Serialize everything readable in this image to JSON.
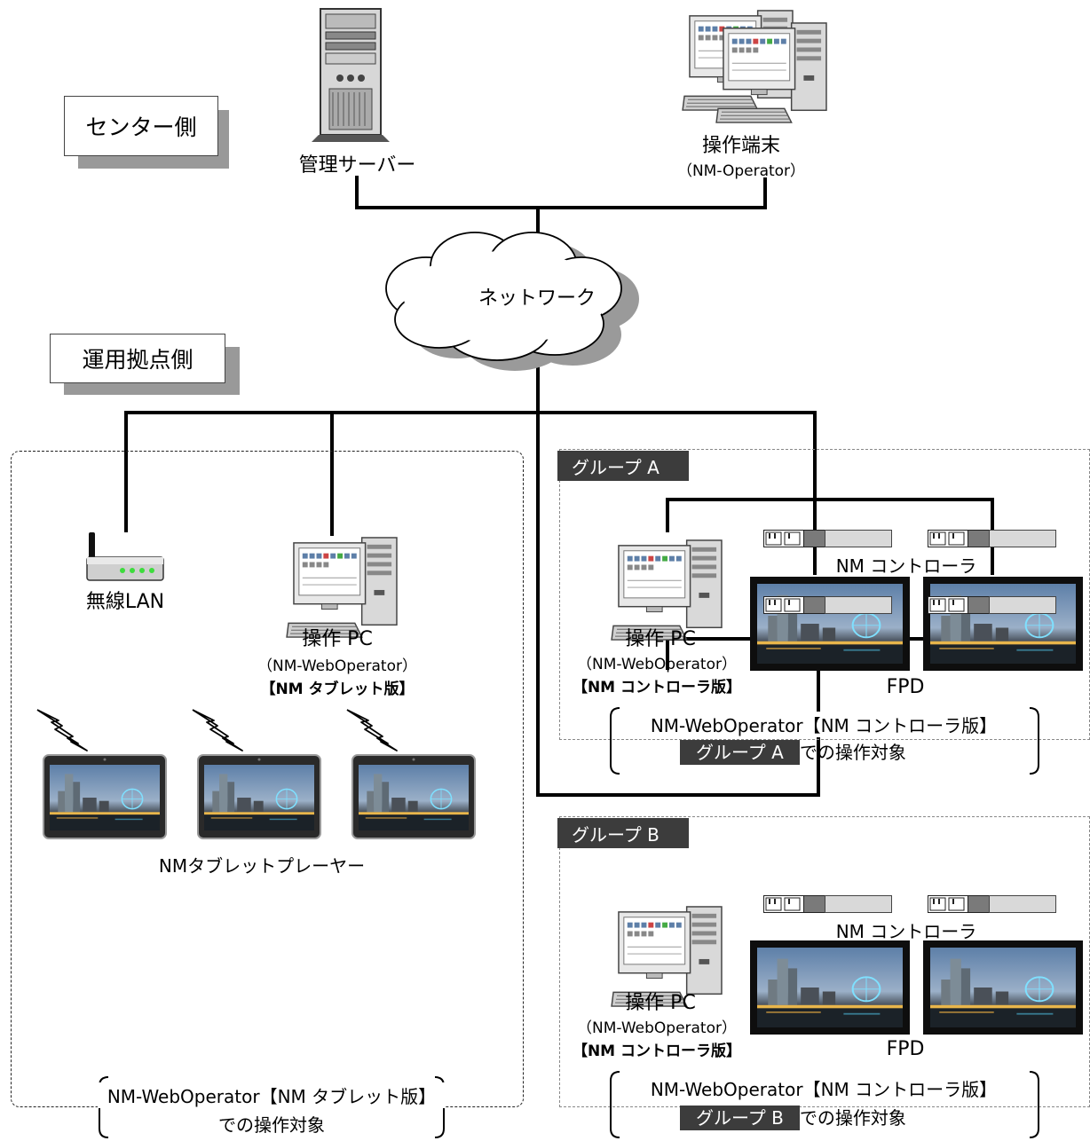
{
  "sides": {
    "center": "センター側",
    "site": "運用拠点側"
  },
  "center": {
    "server_label": "管理サーバー",
    "operator_label": "操作端末",
    "operator_sub": "（NM-Operator）"
  },
  "network_label": "ネットワーク",
  "tablet_area": {
    "wlan_label": "無線LAN",
    "pc_label": "操作 PC",
    "pc_sub1": "（NM-WebOperator）",
    "pc_sub2": "【NM タブレット版】",
    "tablet_player_label": "NMタブレットプレーヤー",
    "bracket_line1": "NM-WebOperator【NM タブレット版】",
    "bracket_line2": "での操作対象"
  },
  "group_a": {
    "tag": "グループ A",
    "controller_label": "NM コントローラ",
    "pc_label": "操作 PC",
    "pc_sub1": "（NM-WebOperator）",
    "pc_sub2": "【NM コントローラ版】",
    "fpd_label": "FPD",
    "bracket_line1": "NM-WebOperator【NM コントローラ版】",
    "bracket_tag": "グループ A",
    "bracket_line2": "での操作対象"
  },
  "group_b": {
    "tag": "グループ B",
    "controller_label": "NM コントローラ",
    "pc_label": "操作 PC",
    "pc_sub1": "（NM-WebOperator）",
    "pc_sub2": "【NM コントローラ版】",
    "fpd_label": "FPD",
    "bracket_line1": "NM-WebOperator【NM コントローラ版】",
    "bracket_tag": "グループ B",
    "bracket_line2": "での操作対象"
  },
  "colors": {
    "line": "#000000",
    "tag_bg": "#3c3c3c",
    "shadow": "#999999",
    "cloud_fill": "#ffffff",
    "cloud_shadow": "#9a9a9a"
  }
}
